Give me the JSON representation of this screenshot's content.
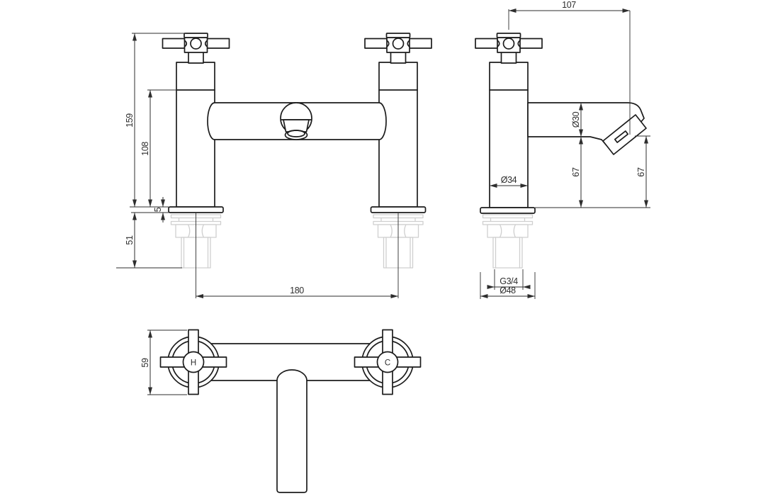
{
  "front_view": {
    "dims": {
      "overall_height": "159",
      "body_height": "108",
      "deck_plate_thickness": "5",
      "tail_length": "51",
      "tap_centres": "180"
    }
  },
  "side_view": {
    "dims": {
      "spout_reach": "107",
      "spout_diameter": "Ø30",
      "body_diameter": "Ø34",
      "spout_underside_height": "67",
      "outlet_height": "67",
      "inlet_thread": "G3/4",
      "base_diameter": "Ø48"
    }
  },
  "plan_view": {
    "dims": {
      "handle_span": "59"
    },
    "handle_labels": {
      "hot": "H",
      "cold": "C"
    }
  },
  "colors": {
    "outline": "#1c1c1c",
    "dimension": "#2e2e2e",
    "hidden_parts": "#cfcfcf",
    "background": "#ffffff"
  }
}
